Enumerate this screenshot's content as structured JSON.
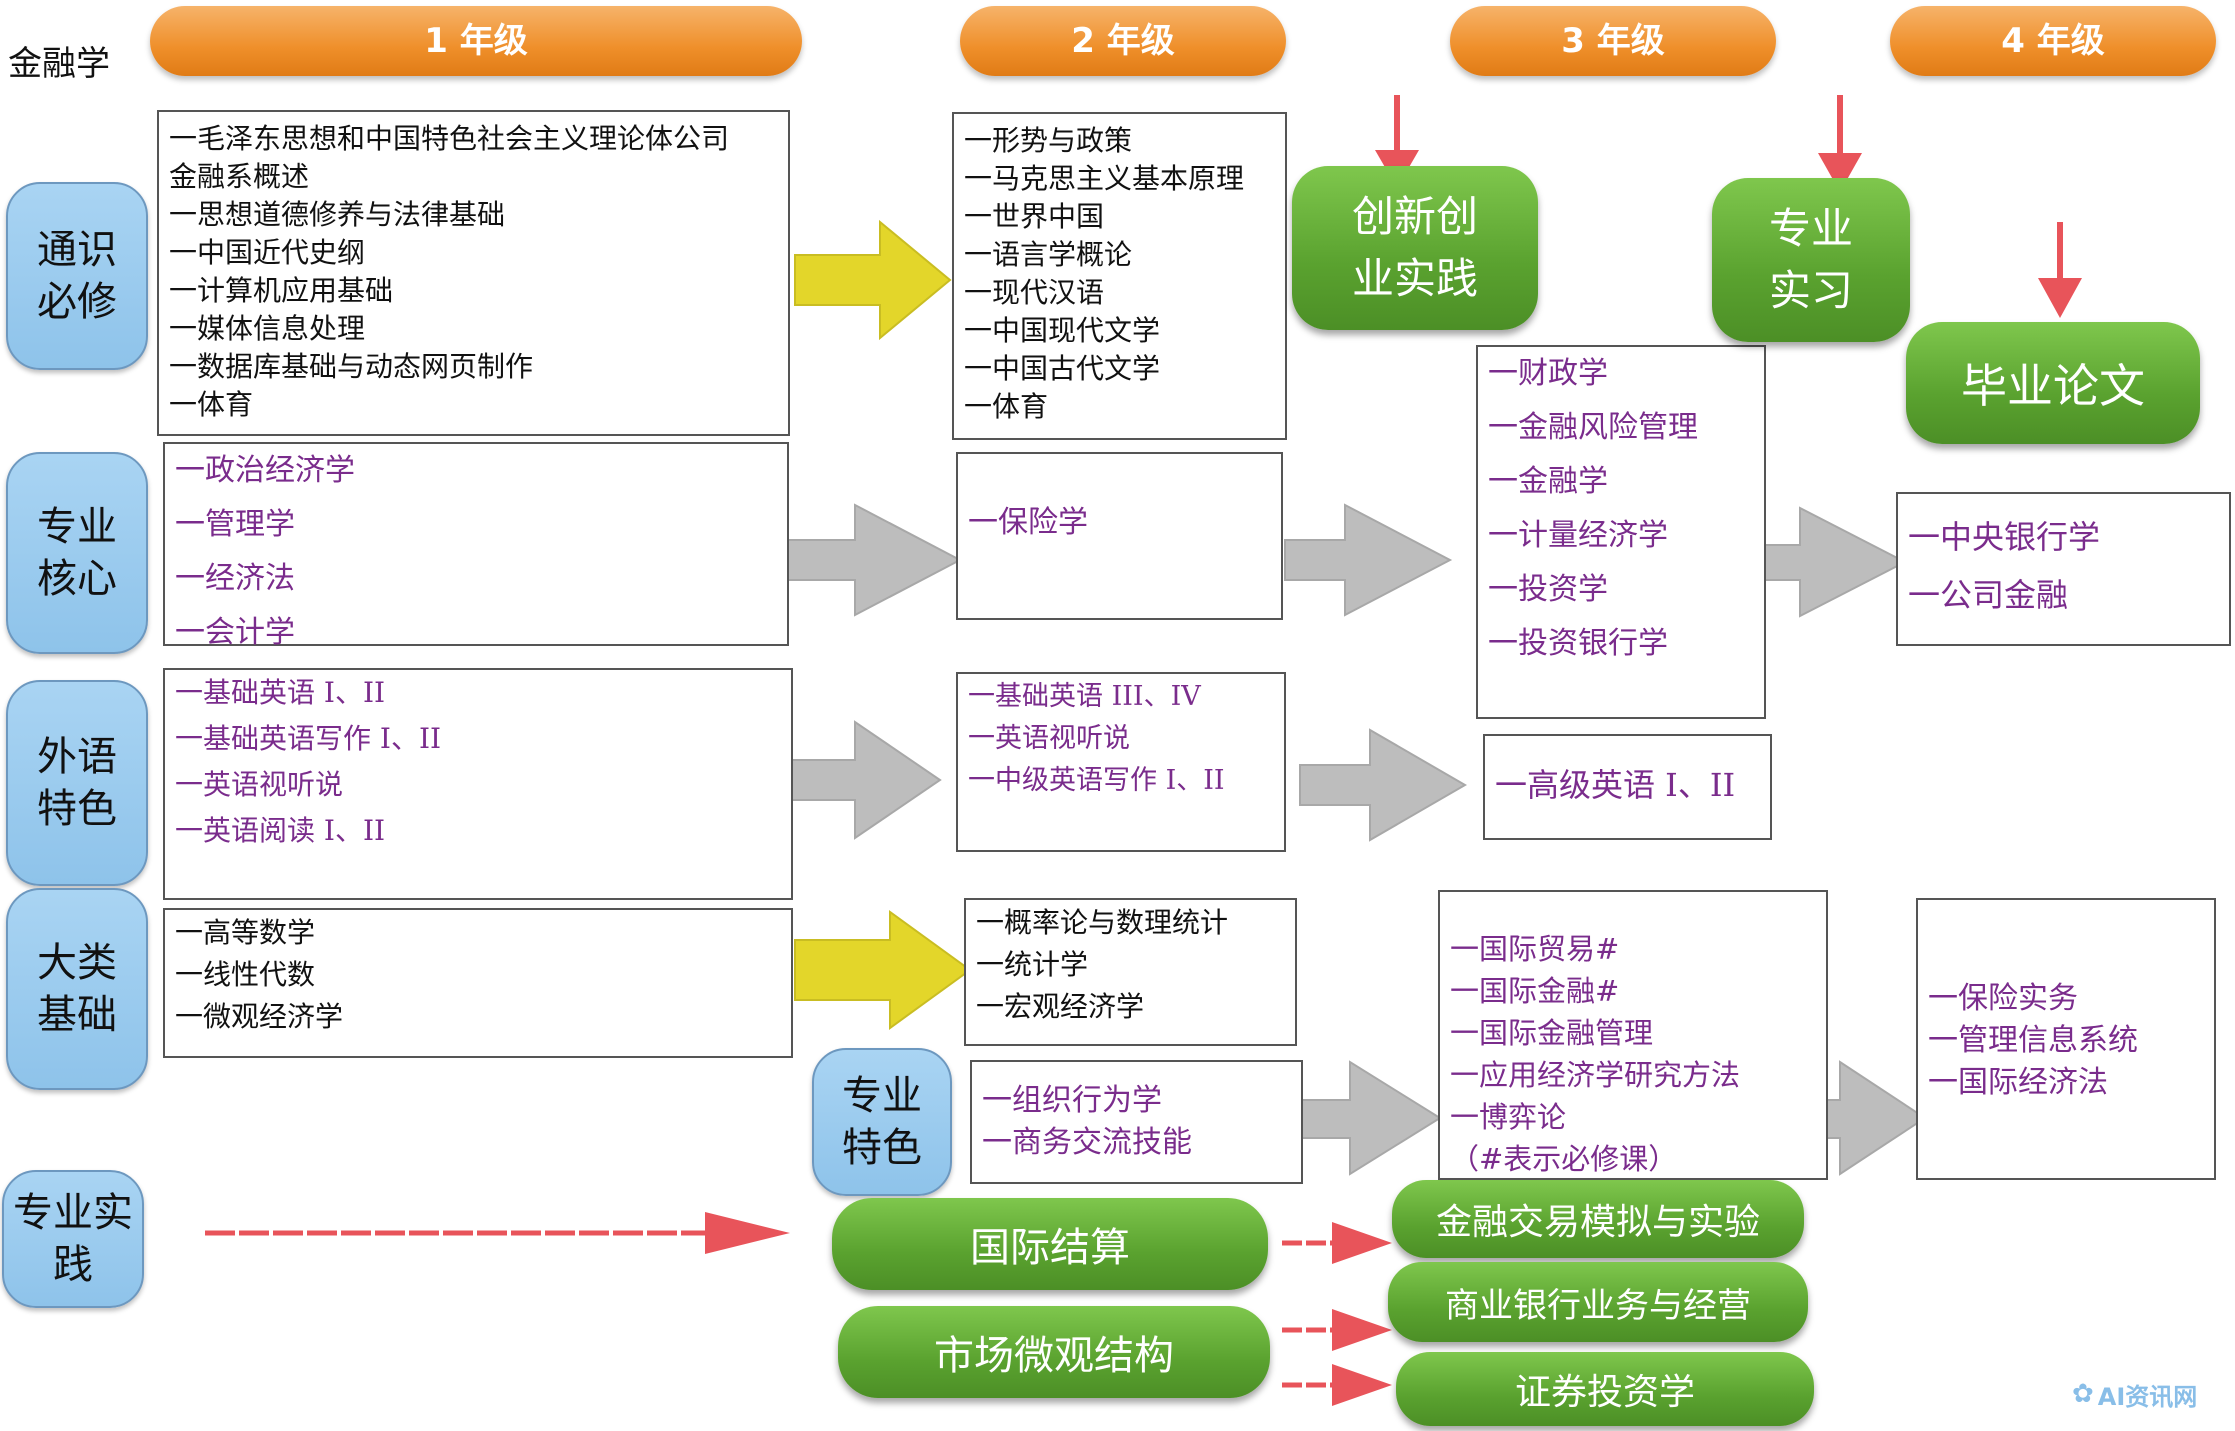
{
  "title": "金融学",
  "years": [
    "1 年级",
    "2 年级",
    "3 年级",
    "4 年级"
  ],
  "categories": {
    "general": "通识必修",
    "core": "专业核心",
    "foreign": "外语特色",
    "foundation": "大类基础",
    "feature": "专业特色",
    "practice": "专业实践"
  },
  "general": {
    "y1": [
      "一毛泽东思想和中国特色社会主义理论体公司",
      "金融系概述",
      "一思想道德修养与法律基础",
      "一中国近代史纲",
      "一计算机应用基础",
      "一媒体信息处理",
      "一数据库基础与动态网页制作",
      "一体育"
    ],
    "y2": [
      "一形势与政策",
      "一马克思主义基本原理",
      "一世界中国",
      "一语言学概论",
      "一现代汉语",
      "一中国现代文学",
      "一中国古代文学",
      "一体育"
    ]
  },
  "core": {
    "y1": [
      "一政治经济学",
      "一管理学",
      "一经济法",
      "一会计学"
    ],
    "y2": [
      "一保险学"
    ],
    "y3": [
      "一财政学",
      "一金融风险管理",
      "一金融学",
      "一计量经济学",
      "一投资学",
      "一投资银行学"
    ],
    "y4": [
      "一中央银行学",
      "一公司金融"
    ]
  },
  "foreign": {
    "y1": [
      "一基础英语 I、II",
      "一基础英语写作 I、II",
      "一英语视听说",
      "一英语阅读 I、II"
    ],
    "y2": [
      "一基础英语 III、IV",
      "一英语视听说",
      "一中级英语写作 I、II"
    ],
    "y3": [
      "一高级英语 I、II"
    ]
  },
  "foundation": {
    "y1": [
      "一高等数学",
      "一线性代数",
      "一微观经济学"
    ],
    "y2": [
      "一概率论与数理统计",
      "一统计学",
      "一宏观经济学"
    ]
  },
  "feature": {
    "y2": [
      "一组织行为学",
      "一商务交流技能"
    ],
    "y3": [
      "一国际贸易#",
      "一国际金融#",
      "一国际金融管理",
      "一应用经济学研究方法",
      "一博弈论",
      "（#表示必修课）"
    ],
    "y4": [
      "一保险实务",
      "一管理信息系统",
      "一国际经济法"
    ]
  },
  "milestones": {
    "innovation": "创新创业实践",
    "internship": "专业实习",
    "thesis": "毕业论文"
  },
  "practice": {
    "settlement": "国际结算",
    "microstructure": "市场微观结构",
    "trading": "金融交易模拟与实验",
    "banking": "商业银行业务与经营",
    "securities": "证券投资学"
  },
  "watermark": "AI资讯网",
  "colors": {
    "year_bar": "#ef8f2a",
    "category": "#9ccbef",
    "milestone": "#5aa22f",
    "elective_text": "#7a2c8c",
    "yellow_arrow": "#e3d62a",
    "gray_arrow": "#bdbdbd",
    "red_arrow": "#e8545a"
  }
}
